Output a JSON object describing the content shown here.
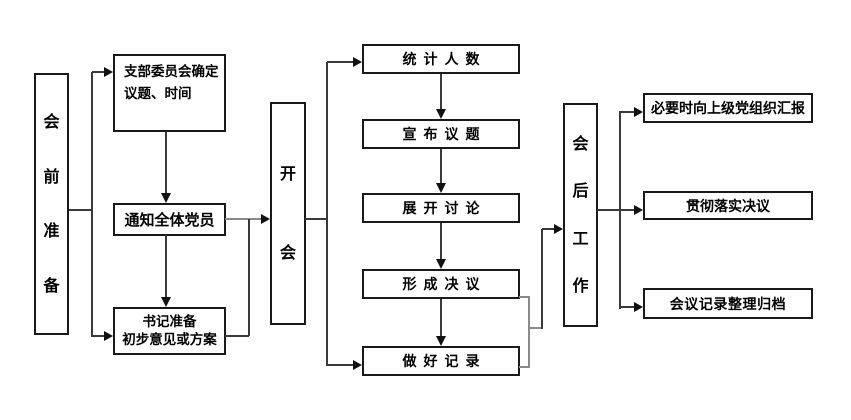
{
  "stages": {
    "pre": {
      "label": "会前准备"
    },
    "during": {
      "label": "开会"
    },
    "post": {
      "label": "会后工作"
    }
  },
  "pre_steps": [
    {
      "label": "支部委员会确定\n议题、时间"
    },
    {
      "label": "通知全体党员"
    },
    {
      "label": "书记准备\n初步意见或方案"
    }
  ],
  "meeting_steps": [
    {
      "label": "统计人数"
    },
    {
      "label": "宣布议题"
    },
    {
      "label": "展开讨论"
    },
    {
      "label": "形成决议"
    },
    {
      "label": "做好记录"
    }
  ],
  "post_steps": [
    {
      "label": "必要时向上级党组织汇报"
    },
    {
      "label": "贯彻落实决议"
    },
    {
      "label": "会议记录整理归档"
    }
  ],
  "colors": {
    "background": "#ffffff",
    "box_border": "#1a1a1a",
    "line": "#3a3a3a",
    "line_gray": "#8a8a8a",
    "text": "#000000"
  }
}
